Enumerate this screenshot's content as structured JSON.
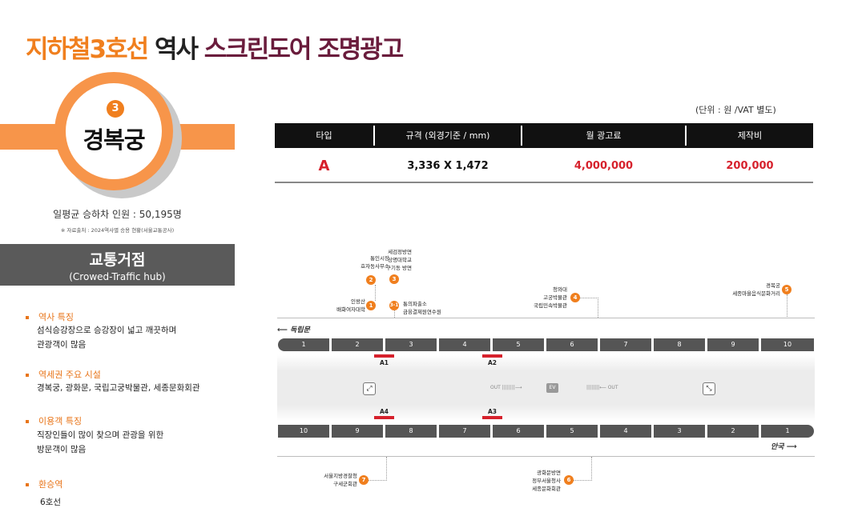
{
  "title": {
    "part1": "지하철3호선",
    "part2": " 역사 ",
    "part3": "스크린도어 조명광고"
  },
  "station": {
    "line_number": "3",
    "name": "경복궁"
  },
  "riders": "일평균 승하차 인원 : 50,195명",
  "source": "※ 자료출처 : 2024역사별 승용 현황(서울교통공사)",
  "hub": {
    "title": "교통거점",
    "subtitle": "(Crowed-Traffic hub)"
  },
  "sections": [
    {
      "heading": "역사 특징",
      "lines": [
        "섬식승강장으로 승강장이 넓고 깨끗하며",
        "관광객이 많음"
      ]
    },
    {
      "heading": "역세권 주요 시설",
      "lines": [
        "경복궁, 광화문, 국립고궁박물관, 세종문화회관"
      ]
    },
    {
      "heading": "이용객 특징",
      "lines": [
        "직장인들이 많이 찾으며 관광을 위한",
        "방문객이 많음"
      ]
    },
    {
      "heading": "환승역",
      "lines": [
        "6호선"
      ]
    }
  ],
  "table": {
    "unit": "(단위 : 원 /VAT 별도)",
    "headers": [
      "타입",
      "규격 (외경기준 / mm)",
      "월 광고료",
      "제작비"
    ],
    "row": {
      "type": "A",
      "size": "3,336 X 1,472",
      "monthly_fee": "4,000,000",
      "production_cost": "200,000"
    }
  },
  "map": {
    "direction_top": "독립문",
    "direction_bottom": "안국",
    "top_segments": [
      "1",
      "2",
      "3",
      "4",
      "5",
      "6",
      "7",
      "8",
      "9",
      "10"
    ],
    "bottom_segments": [
      "10",
      "9",
      "8",
      "7",
      "6",
      "5",
      "4",
      "3",
      "2",
      "1"
    ],
    "exits": [
      "A1",
      "A2",
      "A4",
      "A3"
    ],
    "out_label": "OUT",
    "ev_label": "EV",
    "pois": [
      {
        "num": "1",
        "lines": [
          "인왕산",
          "배화여자대학"
        ]
      },
      {
        "num": "2",
        "lines": [
          "통인시장",
          "효자동사무소"
        ]
      },
      {
        "num": "3",
        "lines": [
          "세검정방면",
          "상명대학교",
          "구기동 방면"
        ]
      },
      {
        "num": "3-1",
        "lines": [
          "통의파출소",
          "금융결제원연수원"
        ]
      },
      {
        "num": "4",
        "lines": [
          "청와대",
          "고궁박물관",
          "국립민속박물관"
        ]
      },
      {
        "num": "5",
        "lines": [
          "경복궁",
          "세종마을음식문화거리"
        ]
      },
      {
        "num": "7",
        "lines": [
          "서울지방경찰청",
          "구세군회관"
        ]
      },
      {
        "num": "6",
        "lines": [
          "광화문방면",
          "정부서울청사",
          "세종문화회관"
        ]
      }
    ]
  }
}
